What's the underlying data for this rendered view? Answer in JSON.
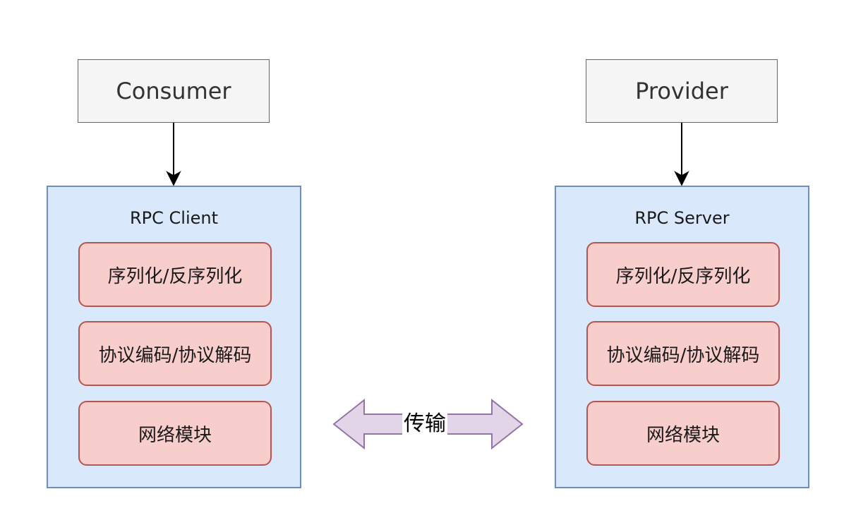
{
  "consumer": {
    "label": "Consumer",
    "client": {
      "title": "RPC Client",
      "modules": [
        "序列化/反序列化",
        "协议编码/协议解码",
        "网络模块"
      ]
    }
  },
  "provider": {
    "label": "Provider",
    "server": {
      "title": "RPC Server",
      "modules": [
        "序列化/反序列化",
        "协议编码/协议解码",
        "网络模块"
      ]
    }
  },
  "transport": {
    "label": "传输"
  },
  "colors": {
    "top_box_fill": "#f5f5f5",
    "top_box_stroke": "#666666",
    "container_fill": "#dae8fc",
    "container_stroke": "#6c8ebf",
    "module_fill": "#f8cecc",
    "module_stroke": "#b85450",
    "arrow_fill": "#e1d5e7",
    "arrow_stroke": "#9673a6"
  }
}
